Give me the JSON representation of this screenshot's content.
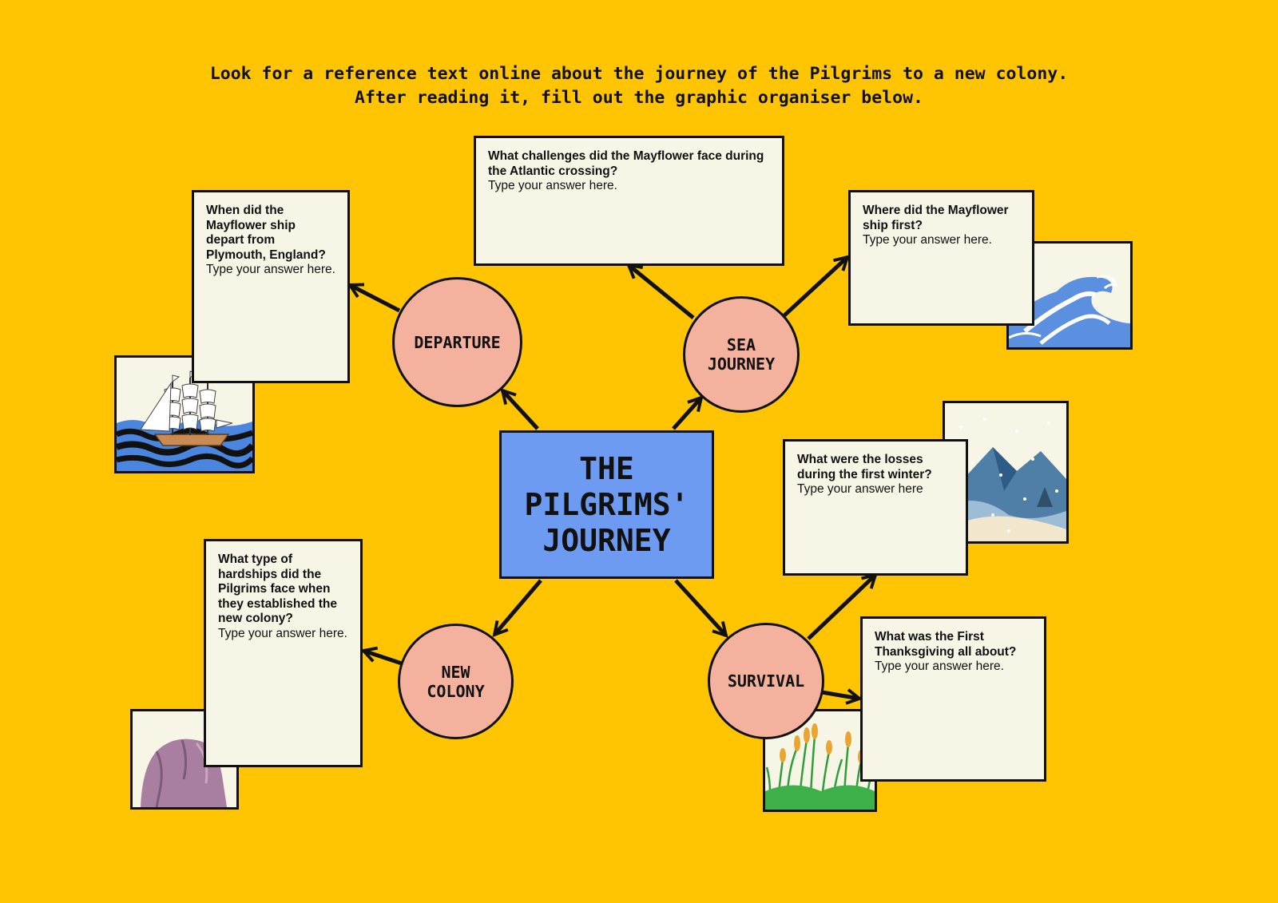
{
  "instructions": {
    "line1": "Look for a reference text online about the journey of the Pilgrims to a new colony.",
    "line2": "After reading it, fill out the graphic organiser below."
  },
  "center": {
    "title": "THE\nPILGRIMS'\nJOURNEY"
  },
  "nodes": {
    "departure": "DEPARTURE",
    "sea_journey": "SEA\nJOURNEY",
    "new_colony": "NEW\nCOLONY",
    "survival": "SURVIVAL"
  },
  "cards": {
    "departure_date": {
      "question": "When did the Mayflower ship depart from Plymouth, England?",
      "placeholder": "Type your answer here."
    },
    "challenges": {
      "question": "What challenges did the Mayflower face during the Atlantic crossing?",
      "placeholder": "Type your answer here."
    },
    "first_ship": {
      "question": "Where did the Mayflower ship first?",
      "placeholder": "Type your answer here."
    },
    "losses": {
      "question": "What were the losses during the first winter?",
      "placeholder": "Type your answer here"
    },
    "thanksgiving": {
      "question": "What was the First Thanksgiving all about?",
      "placeholder": "Type your answer here."
    },
    "hardships": {
      "question": "What type of hardships did the Pilgrims face when they established the new colony?",
      "placeholder": "Type your answer here."
    }
  },
  "images": {
    "ship": "sailing-ship-illustration",
    "wave": "wave-illustration",
    "winter": "snowy-mountain-illustration",
    "wheat": "wheat-field-illustration",
    "rock": "plymouth-rock-illustration"
  },
  "colors": {
    "background": "#FFC502",
    "center": "#6D9BF2",
    "node": "#F4B19E",
    "card": "#F7F5E6",
    "outline": "#111111"
  }
}
